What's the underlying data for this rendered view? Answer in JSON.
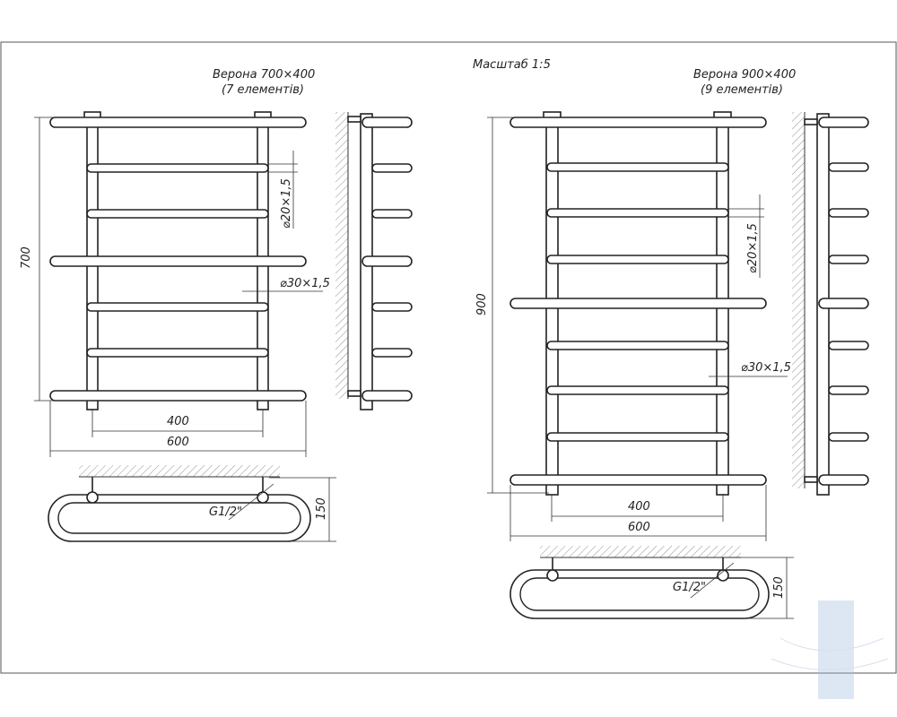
{
  "scale_label": "Масштаб 1:5",
  "left": {
    "title_line1": "Верона 700×400",
    "title_line2": "(7 елементів)",
    "height_dim": "700",
    "between_posts_dim": "400",
    "width_dim": "600",
    "small_tube_dim": "⌀20×1,5",
    "large_tube_dim": "⌀30×1,5",
    "connection_dim": "G1/2\"",
    "depth_dim": "150",
    "bar_count": 7
  },
  "right": {
    "title_line1": "Верона 900×400",
    "title_line2": "(9 елементів)",
    "height_dim": "900",
    "between_posts_dim": "400",
    "width_dim": "600",
    "small_tube_dim": "⌀20×1,5",
    "large_tube_dim": "⌀30×1,5",
    "connection_dim": "G1/2\"",
    "depth_dim": "150",
    "bar_count": 9
  }
}
